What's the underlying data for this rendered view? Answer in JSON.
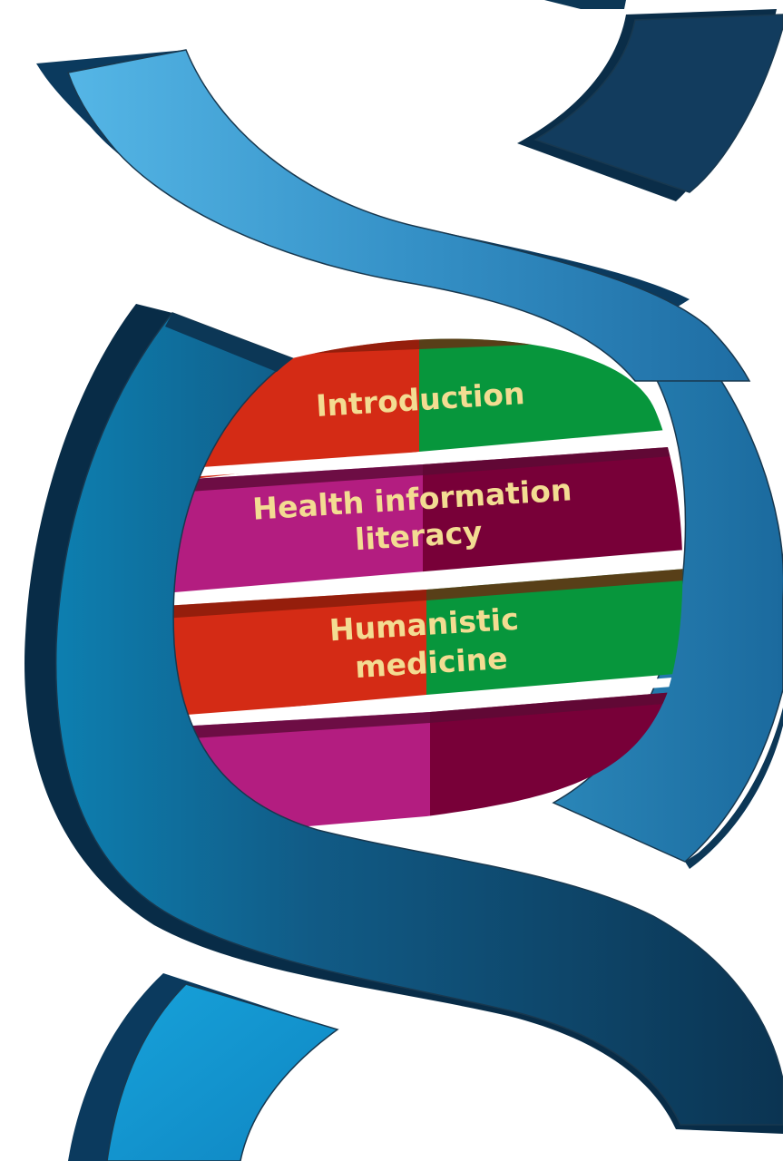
{
  "diagram": {
    "rungs": [
      {
        "lines": [
          "Introduction"
        ],
        "left_color": "#d42b15",
        "right_color": "#07963c"
      },
      {
        "lines": [
          "Health information",
          "literacy"
        ],
        "left_color": "#b31d80",
        "right_color": "#780038"
      },
      {
        "lines": [
          "Humanistic",
          "medicine"
        ],
        "left_color": "#d42b15",
        "right_color": "#07963c"
      },
      {
        "lines": [],
        "left_color": "#b31d80",
        "right_color": "#780038"
      }
    ],
    "colors": {
      "strand_light": "#4fb3e3",
      "strand_mid": "#2a7fb3",
      "strand_dark": "#0c3756",
      "label_text": "#f3dc92"
    }
  }
}
